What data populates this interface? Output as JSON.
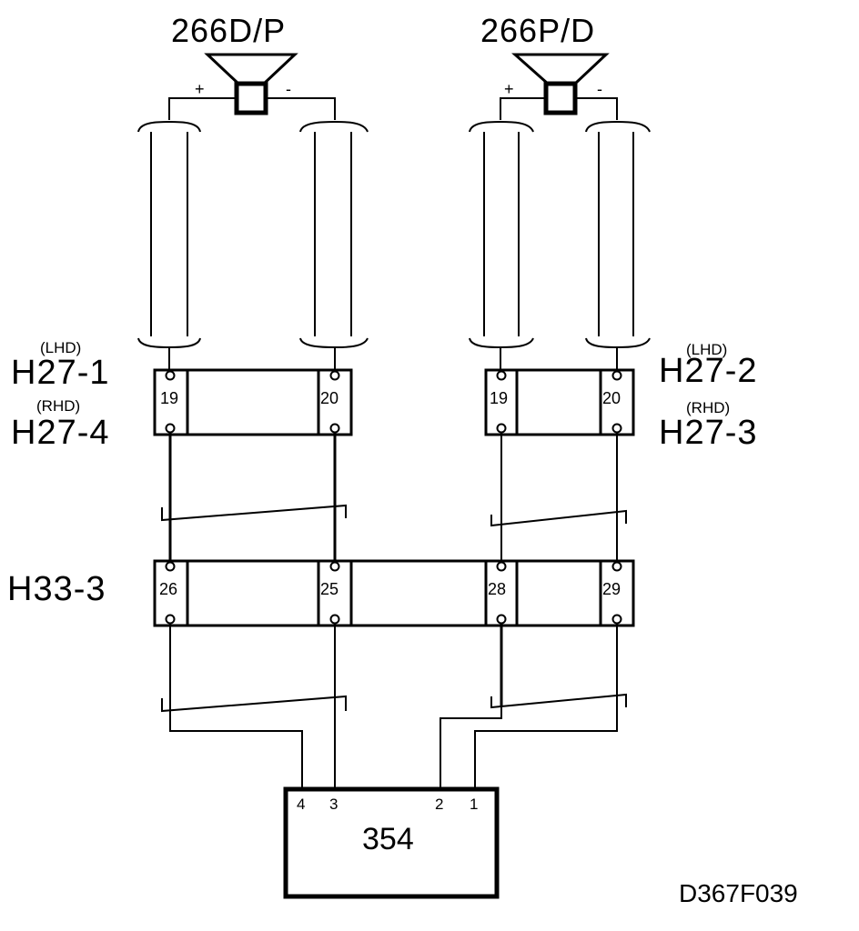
{
  "speakers": {
    "left": {
      "name": "266D/P",
      "plus": "+",
      "minus": "-"
    },
    "right": {
      "name": "266P/D",
      "plus": "+",
      "minus": "-"
    }
  },
  "connectors": {
    "left": {
      "lhd_note": "(LHD)",
      "lhd_id": "H27-1",
      "rhd_note": "(RHD)",
      "rhd_id": "H27-4",
      "pins": [
        "19",
        "20"
      ]
    },
    "right": {
      "lhd_note": "(LHD)",
      "lhd_id": "H27-2",
      "rhd_note": "(RHD)",
      "rhd_id": "H27-3",
      "pins": [
        "19",
        "20"
      ]
    },
    "main": {
      "id": "H33-3",
      "pins": [
        "26",
        "25",
        "28",
        "29"
      ]
    }
  },
  "unit": {
    "id": "354",
    "pins": [
      "4",
      "3",
      "2",
      "1"
    ]
  },
  "figure_code": "D367F039"
}
